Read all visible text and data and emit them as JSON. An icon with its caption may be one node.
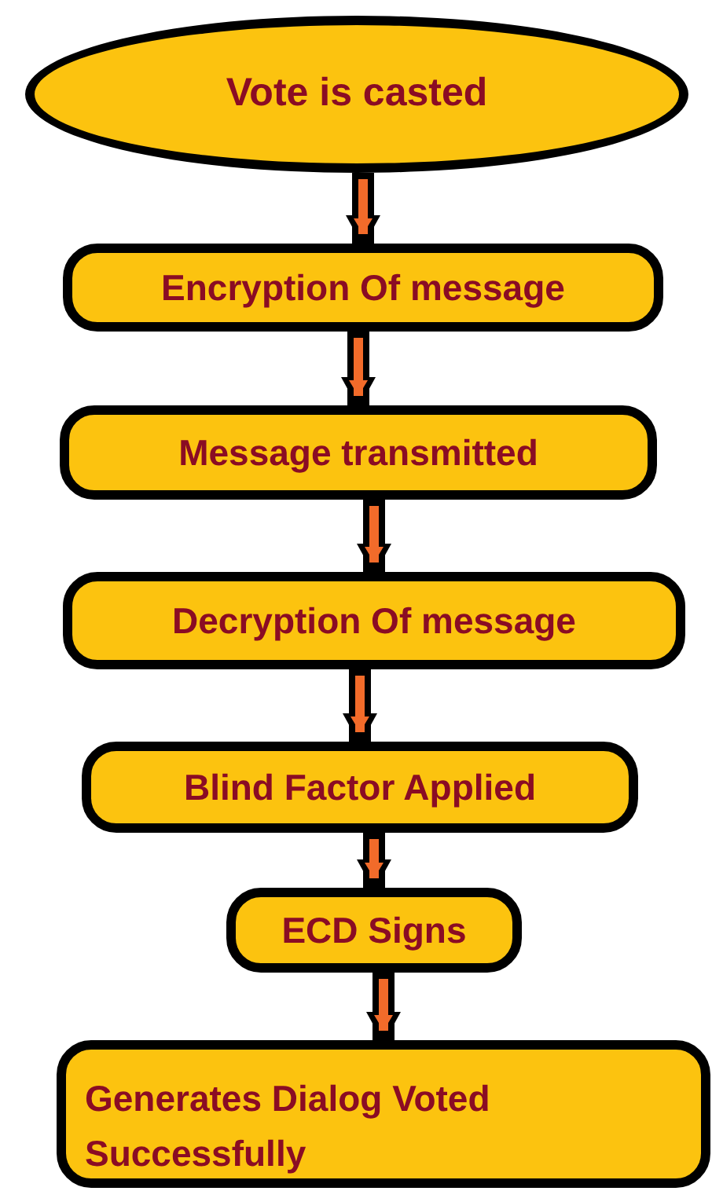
{
  "diagram": {
    "nodes": [
      {
        "text": [
          "Vote is casted"
        ]
      },
      {
        "text": [
          "Encryption Of message"
        ]
      },
      {
        "text": [
          "Message transmitted"
        ]
      },
      {
        "text": [
          "Decryption Of message"
        ]
      },
      {
        "text": [
          "Blind Factor Applied"
        ]
      },
      {
        "text": [
          "ECD Signs"
        ]
      },
      {
        "text": [
          "Generates Dialog Voted Successfully"
        ]
      }
    ],
    "edges": [
      {
        "from": 0,
        "to": 1,
        "arrow": "to"
      },
      {
        "from": 1,
        "to": 2,
        "arrow": "to"
      },
      {
        "from": 2,
        "to": 3,
        "arrow": "to"
      },
      {
        "from": 3,
        "to": 4,
        "arrow": "to"
      },
      {
        "from": 4,
        "to": 5,
        "arrow": "to"
      },
      {
        "from": 5,
        "to": 6,
        "arrow": "to"
      }
    ]
  }
}
